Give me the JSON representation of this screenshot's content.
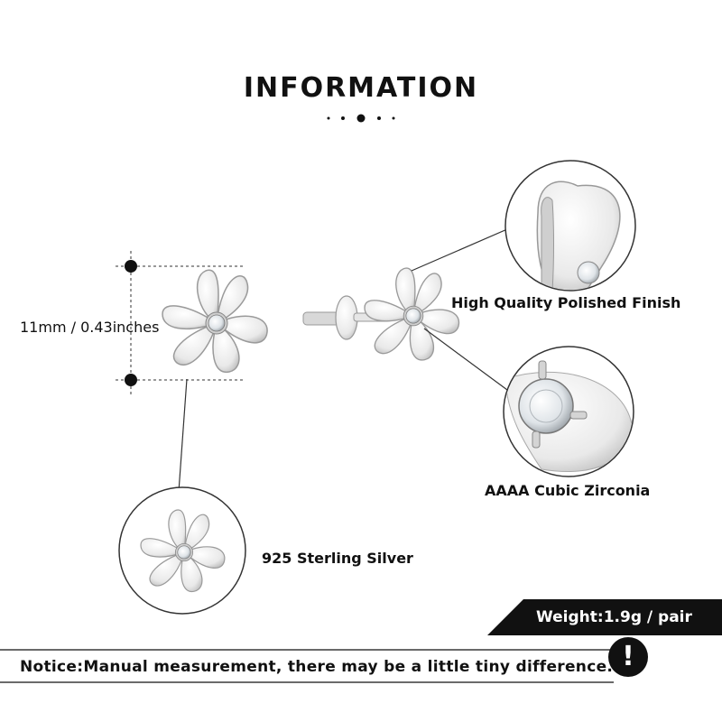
{
  "header": {
    "title": "INFORMATION"
  },
  "measurement": {
    "label": "11mm / 0.43inches"
  },
  "features": {
    "polish": "High Quality Polished Finish",
    "stone": "AAAA Cubic Zirconia",
    "material": "925 Sterling Silver"
  },
  "weight": {
    "label": "Weight:1.9g / pair"
  },
  "notice": {
    "text": "Notice:Manual measurement, there may be a little tiny difference.",
    "icon": "exclamation-icon"
  },
  "colors": {
    "ink": "#111111",
    "silver": "#d9d9d9",
    "background": "#ffffff"
  }
}
